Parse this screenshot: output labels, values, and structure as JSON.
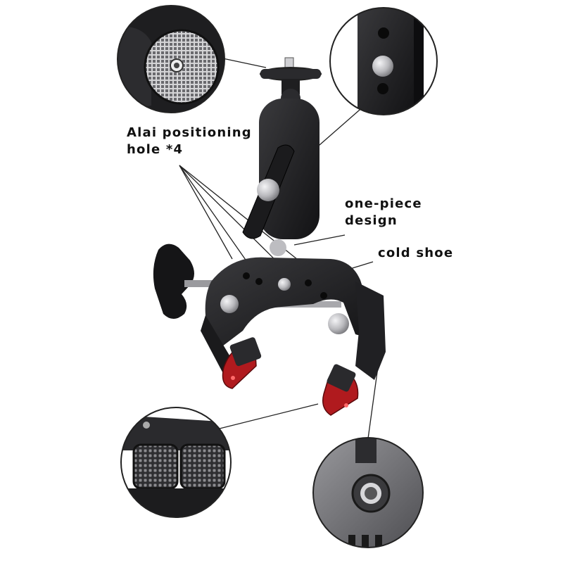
{
  "callouts": {
    "alai_line1": "Alai positioning",
    "alai_line2": "hole *4",
    "one_piece_line1": "one-piece",
    "one_piece_line2": "design",
    "cold_shoe": "cold shoe"
  },
  "colors": {
    "background": "#ffffff",
    "metal_black": "#1c1c1e",
    "accent_red": "#b01a1e",
    "steel": "#c8c8cc",
    "leader_line": "#222222"
  },
  "product_parts": [
    "clamp-body",
    "ball-head-arm",
    "tripod-mount-plate",
    "tension-knob",
    "red-jaw-pads",
    "detail-zoom-circles"
  ]
}
